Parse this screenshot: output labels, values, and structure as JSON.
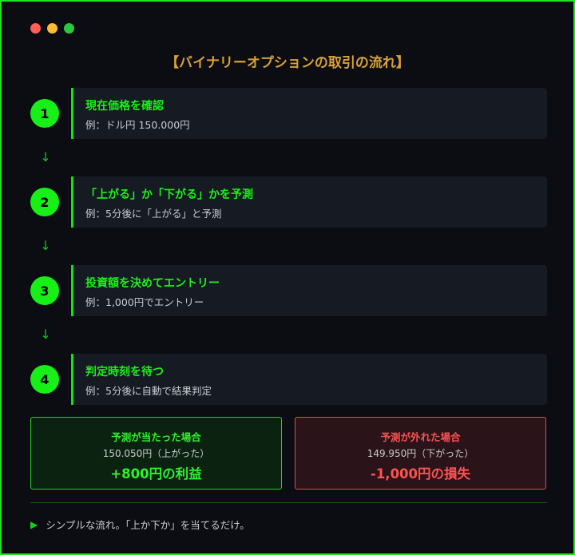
{
  "window_controls": [
    {
      "name": "close",
      "color": "#ff5f57"
    },
    {
      "name": "minimize",
      "color": "#febc2e"
    },
    {
      "name": "maximize",
      "color": "#28c840"
    }
  ],
  "title": "【バイナリーオプションの取引の流れ】",
  "steps": [
    {
      "number": "1",
      "title": "現在価格を確認",
      "desc": "例：ドル円 150.000円"
    },
    {
      "number": "2",
      "title": "「上がる」か「下がる」かを予測",
      "desc": "例：5分後に「上がる」と予測"
    },
    {
      "number": "3",
      "title": "投資額を決めてエントリー",
      "desc": "例：1,000円でエントリー"
    },
    {
      "number": "4",
      "title": "判定時刻を待つ",
      "desc": "例：5分後に自動で結果判定"
    }
  ],
  "arrow": "↓",
  "results": {
    "win": {
      "title": "予測が当たった場合",
      "price": "150.050円（上がった）",
      "amount": "+800円の利益"
    },
    "lose": {
      "title": "予測が外れた場合",
      "price": "149.950円（下がった）",
      "amount": "-1,000円の損失"
    }
  },
  "footer": {
    "icon": "play-icon",
    "glyph": "▶",
    "text": "シンプルな流れ。「上か下か」を当てるだけ。"
  }
}
